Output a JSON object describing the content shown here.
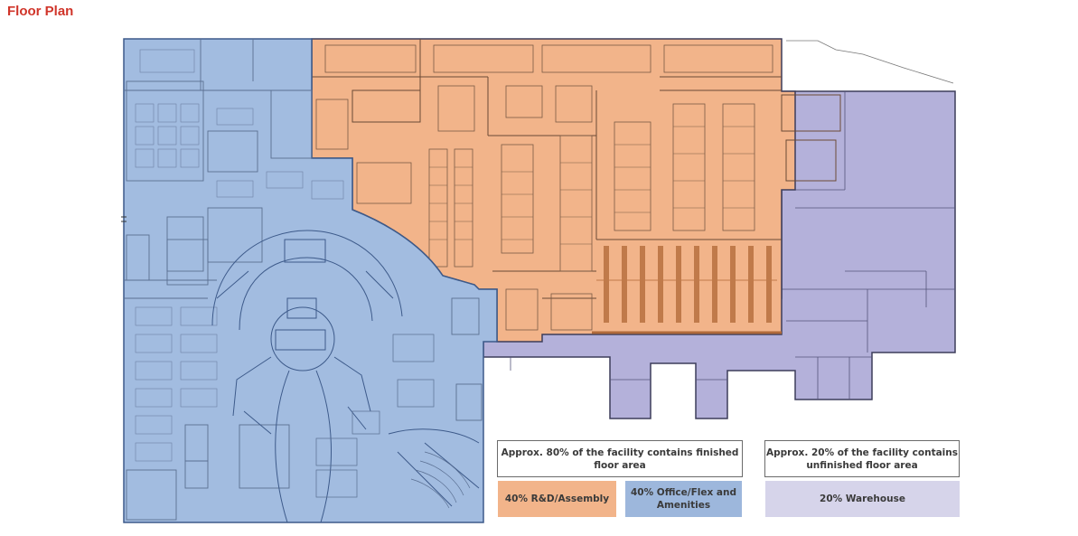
{
  "page": {
    "title": "Floor Plan"
  },
  "legend": {
    "finished_note": "Approx. 80% of the facility contains finished floor area",
    "unfinished_note": "Approx. 20% of the facility contains unfinished floor area",
    "zones": [
      {
        "id": "rd",
        "label": "40% R&D/Assembly",
        "color": "#f2b48a"
      },
      {
        "id": "office",
        "label": "40% Office/Flex and Amenities",
        "color": "#9db7dc"
      },
      {
        "id": "warehouse",
        "label": "20% Warehouse",
        "color": "#d6d4ea"
      }
    ]
  },
  "colors": {
    "title": "#d0352a",
    "rd_fill": "#f2b48a",
    "office_fill": "#a2bce0",
    "warehouse_fill": "#b4b1da",
    "line": "#3d3d5a"
  }
}
